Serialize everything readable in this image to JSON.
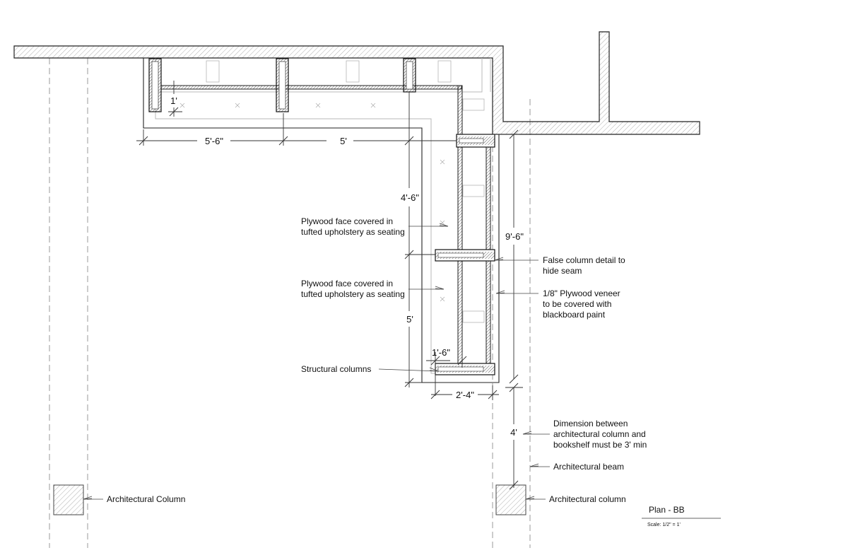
{
  "drawing": {
    "title": "Plan - BB",
    "scale": "Scale: 1/2\" = 1'"
  },
  "dimensions": {
    "top_left": "5'-6\"",
    "top_right": "5'",
    "depth_small": "1'",
    "vertical_upper": "4'-6\"",
    "vertical_lower": "5'",
    "overall_vertical": "9'-6\"",
    "seat_depth": "1'-6\"",
    "bottom_width": "2'-4\"",
    "column_gap": "4'"
  },
  "annotations": {
    "plywood_face_1": [
      "Plywood face covered in",
      "tufted upholstery as seating"
    ],
    "plywood_face_2": [
      "Plywood face covered in",
      "tufted upholstery as seating"
    ],
    "structural_columns": "Structural columns",
    "false_column": [
      "False column detail to",
      "hide seam"
    ],
    "veneer": [
      "1/8\" Plywood veneer",
      "to be covered with",
      "blackboard paint"
    ],
    "min_dimension": [
      "Dimension between",
      "architectural column and",
      "bookshelf must be 3' min"
    ],
    "arch_beam": "Architectural beam",
    "arch_column_left": "Architectural Column",
    "arch_column_right": "Architectural column"
  }
}
